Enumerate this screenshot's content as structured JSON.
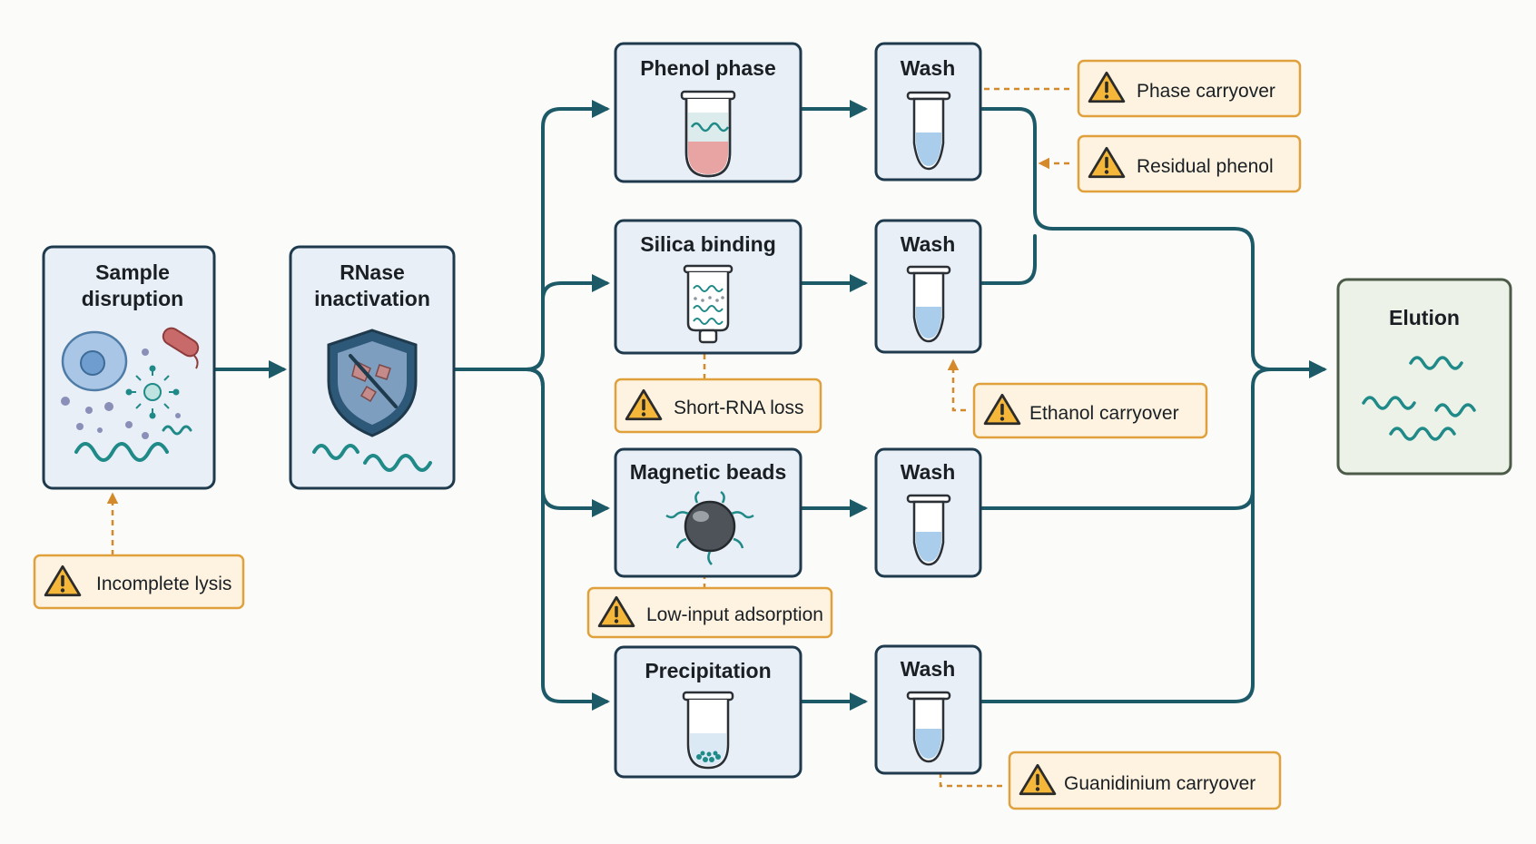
{
  "nodes": {
    "sample_disruption": {
      "line1": "Sample",
      "line2": "disruption"
    },
    "rnase_inactivation": {
      "line1": "RNase",
      "line2": "inactivation"
    },
    "phenol_phase": {
      "title": "Phenol phase"
    },
    "silica_binding": {
      "title": "Silica binding"
    },
    "magnetic_beads": {
      "title": "Magnetic beads"
    },
    "precipitation": {
      "title": "Precipitation"
    },
    "wash_1": {
      "title": "Wash"
    },
    "wash_2": {
      "title": "Wash"
    },
    "wash_3": {
      "title": "Wash"
    },
    "wash_4": {
      "title": "Wash"
    },
    "elution": {
      "title": "Elution"
    }
  },
  "warnings": {
    "incomplete_lysis": "Incomplete lysis",
    "short_rna_loss": "Short-RNA loss",
    "low_input_adsorption": "Low-input adsorption",
    "phase_carryover": "Phase carryover",
    "residual_phenol": "Residual phenol",
    "ethanol_carryover": "Ethanol carryover",
    "guanidinium_carryover": "Guanidinium carryover"
  },
  "colors": {
    "node_fill": "#e9eff6",
    "node_stroke": "#1e3a4c",
    "elution_fill": "#edf2e9",
    "elution_stroke": "#4c5a48",
    "flow_line": "#1d5a68",
    "rna_strand": "#1f8a88",
    "warning_fill": "#fdf3e0",
    "warning_stroke": "#e0a13c",
    "warning_line": "#d4892a"
  },
  "icons": {
    "warning": "warning-triangle-icon",
    "tube": "tube-icon",
    "shield": "shield-icon",
    "bead": "magnetic-bead-icon",
    "column": "spin-column-icon"
  }
}
